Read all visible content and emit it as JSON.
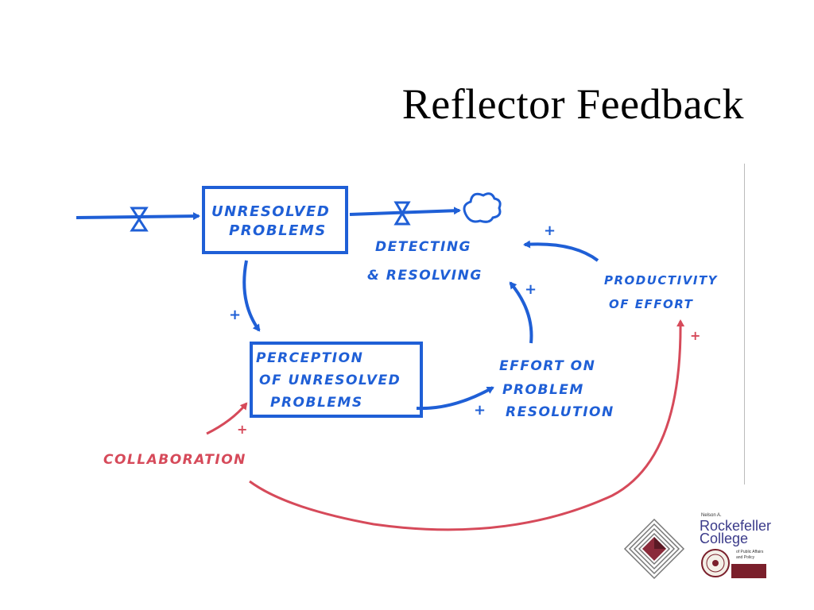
{
  "slide": {
    "title": "Reflector Feedback"
  },
  "diagram": {
    "stocks": {
      "unresolved_1": "UNRESOLVED",
      "unresolved_2": "PROBLEMS",
      "perception_1": "PERCEPTION",
      "perception_2": "OF UNRESOLVED",
      "perception_3": "PROBLEMS"
    },
    "nodes": {
      "detecting_1": "DETECTING",
      "detecting_2": "& RESOLVING",
      "productivity_1": "PRODUCTIVITY",
      "productivity_2": "OF EFFORT",
      "effort_1": "EFFORT ON",
      "effort_2": "PROBLEM",
      "effort_3": "RESOLUTION",
      "collaboration": "COLLABORATION"
    },
    "polarity": {
      "plus": "+"
    },
    "colors": {
      "blue": "#1f5fd6",
      "red": "#d64a5a"
    }
  },
  "logo": {
    "prefix": "Nelson A.",
    "name_line1": "Rockefeller",
    "name_line2": "College",
    "sub_line1": "of Public Affairs",
    "sub_line2": "and Policy"
  }
}
